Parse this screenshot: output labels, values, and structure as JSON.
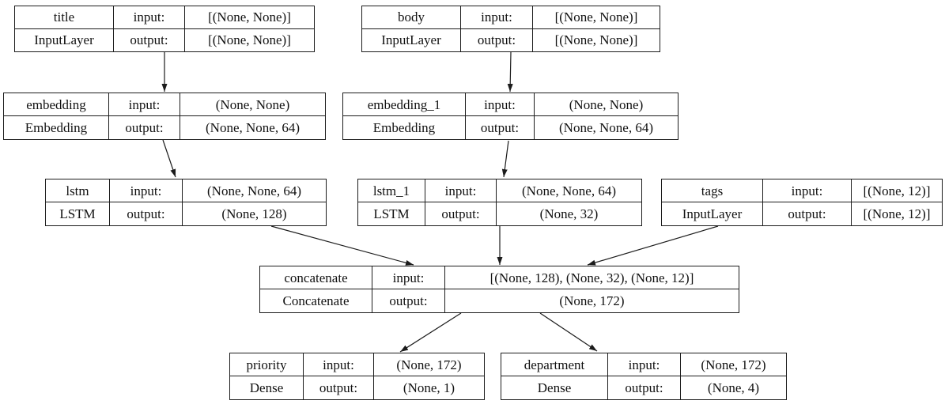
{
  "diagram": {
    "type": "keras-model-graph",
    "background_color": "#ffffff",
    "line_color": "#1c1c1c",
    "text_color": "#111111",
    "labels": {
      "input": "input:",
      "output": "output:"
    },
    "nodes": [
      {
        "name": "title",
        "layer_type": "InputLayer",
        "input_shape": "[(None, None)]",
        "output_shape": "[(None, None)]"
      },
      {
        "name": "body",
        "layer_type": "InputLayer",
        "input_shape": "[(None, None)]",
        "output_shape": "[(None, None)]"
      },
      {
        "name": "embedding",
        "layer_type": "Embedding",
        "input_shape": "(None, None)",
        "output_shape": "(None, None, 64)"
      },
      {
        "name": "embedding_1",
        "layer_type": "Embedding",
        "input_shape": "(None, None)",
        "output_shape": "(None, None, 64)"
      },
      {
        "name": "lstm",
        "layer_type": "LSTM",
        "input_shape": "(None, None, 64)",
        "output_shape": "(None, 128)"
      },
      {
        "name": "lstm_1",
        "layer_type": "LSTM",
        "input_shape": "(None, None, 64)",
        "output_shape": "(None, 32)"
      },
      {
        "name": "tags",
        "layer_type": "InputLayer",
        "input_shape": "[(None, 12)]",
        "output_shape": "[(None, 12)]"
      },
      {
        "name": "concatenate",
        "layer_type": "Concatenate",
        "input_shape": "[(None, 128), (None, 32), (None, 12)]",
        "output_shape": "(None, 172)"
      },
      {
        "name": "priority",
        "layer_type": "Dense",
        "input_shape": "(None, 172)",
        "output_shape": "(None, 1)"
      },
      {
        "name": "department",
        "layer_type": "Dense",
        "input_shape": "(None, 172)",
        "output_shape": "(None, 4)"
      }
    ],
    "edges": [
      {
        "from": "title",
        "to": "embedding"
      },
      {
        "from": "body",
        "to": "embedding_1"
      },
      {
        "from": "embedding",
        "to": "lstm"
      },
      {
        "from": "embedding_1",
        "to": "lstm_1"
      },
      {
        "from": "lstm",
        "to": "concatenate"
      },
      {
        "from": "lstm_1",
        "to": "concatenate"
      },
      {
        "from": "tags",
        "to": "concatenate"
      },
      {
        "from": "concatenate",
        "to": "priority"
      },
      {
        "from": "concatenate",
        "to": "department"
      }
    ]
  }
}
